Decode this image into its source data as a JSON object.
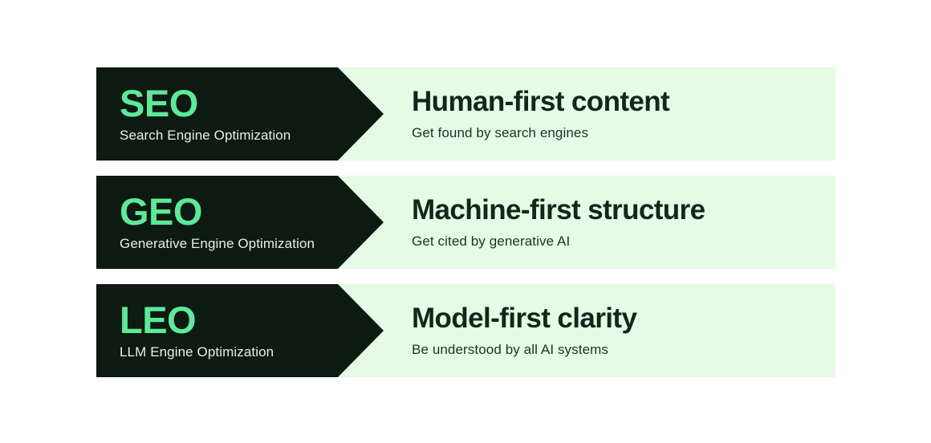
{
  "background_color": "#ffffff",
  "palette": {
    "dark_panel": "#0d1a12",
    "accent_green": "#5ee89a",
    "light_panel": "#e6fbe6",
    "heading_text": "#11271a",
    "subtitle_text_dark_panel": "#e8eee9",
    "subtitle_text_light_panel": "#1c3324"
  },
  "rows": [
    {
      "acronym": "SEO",
      "acronym_expansion": "Search Engine Optimization",
      "headline": "Human-first content",
      "subline": "Get found by search engines"
    },
    {
      "acronym": "GEO",
      "acronym_expansion": "Generative Engine Optimization",
      "headline": "Machine-first structure",
      "subline": "Get cited by generative AI"
    },
    {
      "acronym": "LEO",
      "acronym_expansion": "LLM Engine Optimization",
      "headline": "Model-first clarity",
      "subline": "Be understood by all AI systems"
    }
  ]
}
